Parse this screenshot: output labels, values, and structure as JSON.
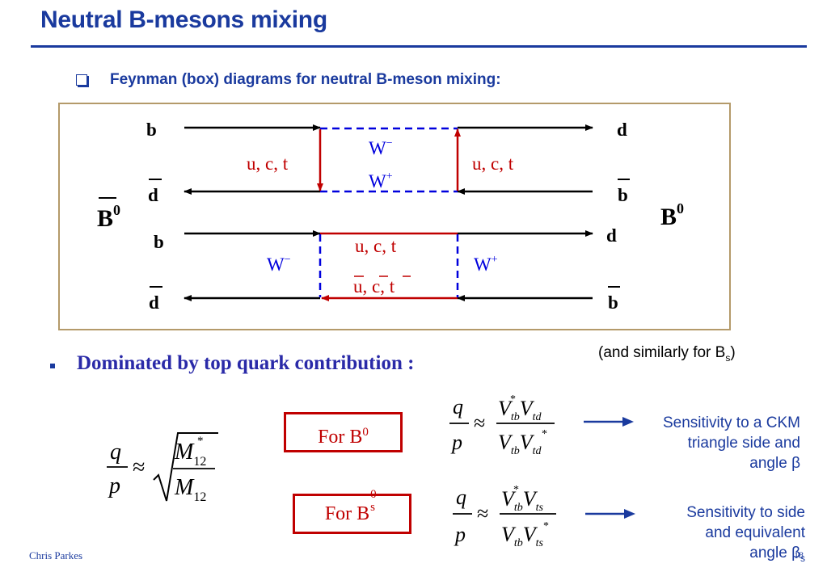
{
  "title": "Neutral B-mesons mixing",
  "subheading": "Feynman (box) diagrams for neutral B-meson mixing:",
  "diagram": {
    "meson_left": "B",
    "meson_left_sup": "0",
    "meson_right": "B",
    "meson_right_sup": "0",
    "top_box": {
      "b": "b",
      "d_bar": "d",
      "d": "d",
      "b_bar": "b",
      "w_top": "W",
      "w_top_sup": "−",
      "w_bottom": "W",
      "w_bottom_sup": "+",
      "quark_left": "u, c, t",
      "quark_right": "u, c, t"
    },
    "bottom_box": {
      "b": "b",
      "d_bar": "d",
      "d": "d",
      "b_bar": "b",
      "w_left": "W",
      "w_left_sup": "−",
      "w_right": "W",
      "w_right_sup": "+",
      "quark_top": "u, c, t",
      "quark_bottom_u": "u",
      "quark_bottom_c": "c",
      "quark_bottom_t": "t",
      "sep": ", "
    }
  },
  "note": {
    "text": "(and similarly for B",
    "sub": "s",
    "close": ")"
  },
  "dominated": "Dominated by top quark contribution :",
  "formula_main": {
    "q": "q",
    "p": "p",
    "approx": "≈",
    "M": "M",
    "sub": "12",
    "star": "*"
  },
  "for_b0": {
    "text": "For B",
    "sup": "0"
  },
  "for_bs": {
    "text": "For B",
    "sup": "0",
    "sub": "s"
  },
  "formula_b0": {
    "q": "q",
    "p": "p",
    "approx": "≈",
    "V": "V",
    "tb": "tb",
    "td": "td",
    "star": "*"
  },
  "formula_bs": {
    "q": "q",
    "p": "p",
    "approx": "≈",
    "V": "V",
    "tb": "tb",
    "ts": "ts",
    "star": "*"
  },
  "sensitivity_b0": {
    "line1": "Sensitivity to a CKM",
    "line2": "triangle side and",
    "line3": "angle β"
  },
  "sensitivity_bs": {
    "line1": "Sensitivity to  side",
    "line2": "and equivalent",
    "line3": "angle β",
    "sub": "s"
  },
  "footer": {
    "author": "Chris Parkes",
    "page": "18"
  },
  "colors": {
    "title_blue": "#1a3a9e",
    "red": "#c00000",
    "w_blue": "#0000dd",
    "frame": "#b49a6a"
  }
}
